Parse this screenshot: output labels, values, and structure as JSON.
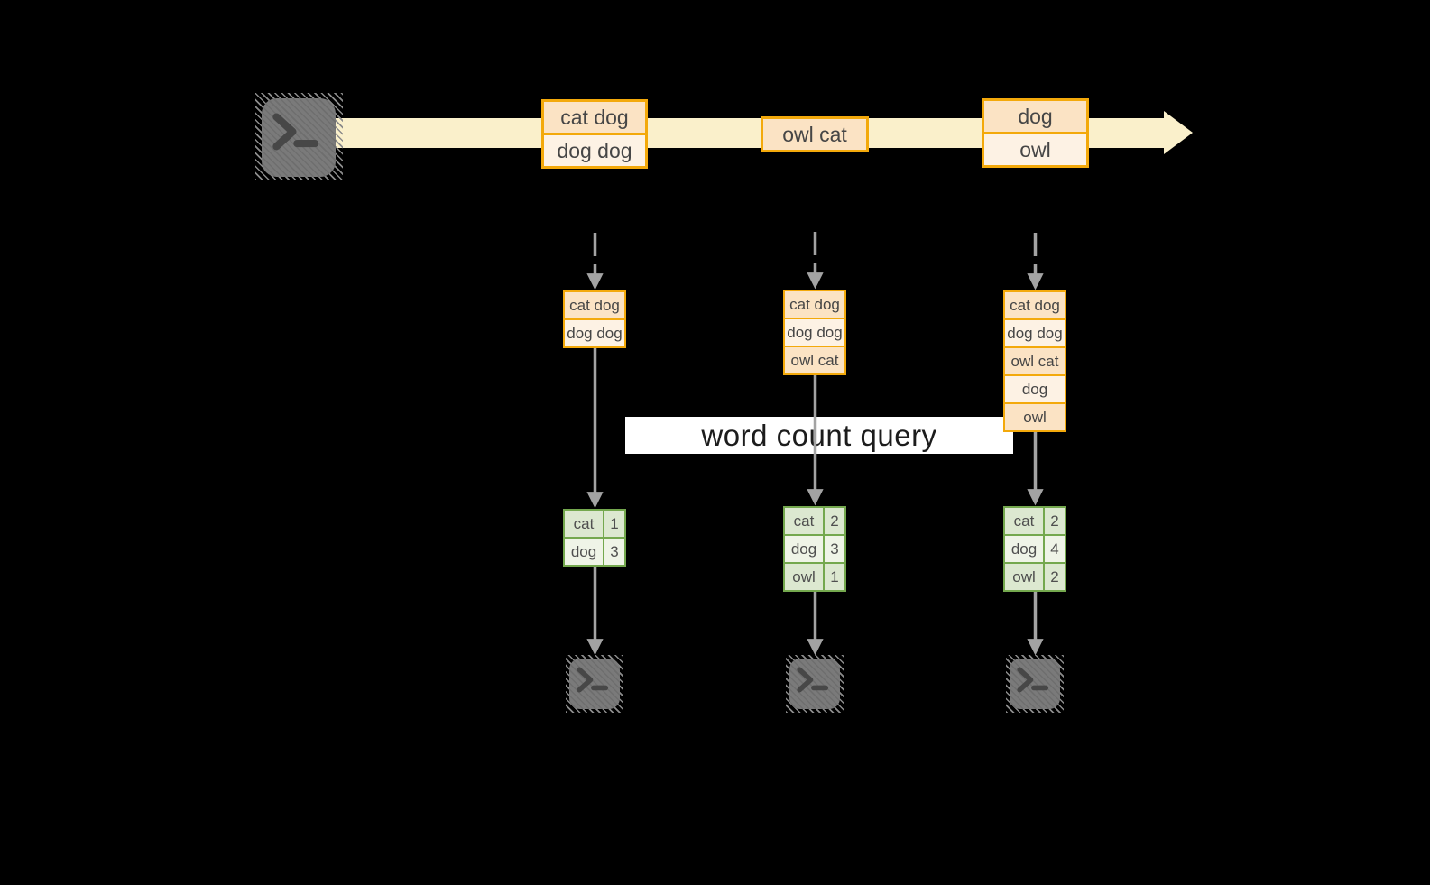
{
  "colors": {
    "background": "#000000",
    "amber": "#F3A90B",
    "peach-dark": "#FBE3C4",
    "peach-light": "#FDF2E4",
    "stream": "#FAF0CB",
    "green": "#74A84E",
    "green-dark": "#DCE8D0",
    "green-light": "#EFF4E7",
    "arrow": "#A3A3A3",
    "icon-gray": "#7A7A7A",
    "glyph-gray": "#474747",
    "text": "#464646",
    "query-text": "#1C1C1C",
    "band": "#FFFFFF"
  },
  "stream": {
    "source_icon": "terminal",
    "batches": [
      {
        "lines": [
          "cat dog",
          "dog dog"
        ]
      },
      {
        "lines": [
          "owl cat"
        ]
      },
      {
        "lines": [
          "dog",
          "owl"
        ]
      }
    ]
  },
  "query": {
    "label": "word count query"
  },
  "columns": [
    {
      "state_lines": [
        "cat dog",
        "dog dog"
      ],
      "counts": [
        {
          "word": "cat",
          "count": "1"
        },
        {
          "word": "dog",
          "count": "3"
        }
      ],
      "sink_icon": "terminal"
    },
    {
      "state_lines": [
        "cat dog",
        "dog dog",
        "owl cat"
      ],
      "counts": [
        {
          "word": "cat",
          "count": "2"
        },
        {
          "word": "dog",
          "count": "3"
        },
        {
          "word": "owl",
          "count": "1"
        }
      ],
      "sink_icon": "terminal"
    },
    {
      "state_lines": [
        "cat dog",
        "dog dog",
        "owl cat",
        "dog",
        "owl"
      ],
      "counts": [
        {
          "word": "cat",
          "count": "2"
        },
        {
          "word": "dog",
          "count": "4"
        },
        {
          "word": "owl",
          "count": "2"
        }
      ],
      "sink_icon": "terminal"
    }
  ]
}
